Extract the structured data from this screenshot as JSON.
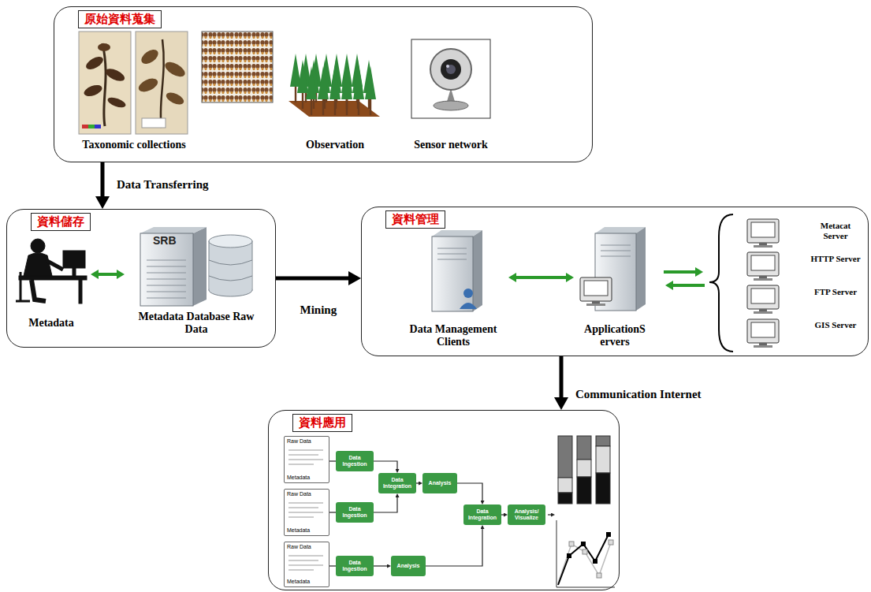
{
  "diagram": {
    "nodes": [
      {
        "text": [
          "原始資料蒐集"
        ]
      },
      {
        "text": [
          "資料儲存"
        ]
      },
      {
        "text": [
          "Metadata"
        ],
        "in": 1
      },
      {
        "text": [
          "SRB",
          "Metadata Database Raw Data"
        ],
        "in": 1
      },
      {
        "text": [
          "資料管理"
        ]
      },
      {
        "text": [
          "Data Management Clients"
        ],
        "in": 4
      },
      {
        "text": [
          "ApplicationS ervers"
        ],
        "in": 4
      },
      {
        "text": [
          "資料應用"
        ]
      },
      {
        "text": [
          "Raw Data",
          "Metadata"
        ],
        "in": 7
      },
      {
        "text": [
          "Data Ingestion"
        ],
        "in": 7
      },
      {
        "text": [
          "Data Integration"
        ],
        "in": 7
      },
      {
        "text": [
          "Analysis"
        ],
        "in": 7
      },
      {
        "text": [
          "Raw Data",
          "Metadata"
        ],
        "in": 7
      },
      {
        "text": [
          "Data Ingestion"
        ],
        "in": 7
      },
      {
        "text": [
          "Data Integration"
        ],
        "in": 7
      },
      {
        "text": [
          "Analysis/ Visualize"
        ],
        "in": 7
      },
      {
        "text": [
          "Raw Data",
          "Metadata"
        ],
        "in": 7
      },
      {
        "text": [
          "Data Ingestion"
        ],
        "in": 7
      },
      {
        "text": [
          "Analysis"
        ],
        "in": 7
      }
    ],
    "edges": [
      {
        "from": 0,
        "to": 1,
        "arrow": "to",
        "label": "Data Transferring"
      },
      {
        "from": 1,
        "to": 4,
        "arrow": "to",
        "label": "Mining"
      },
      {
        "from": 4,
        "to": 7,
        "arrow": "to",
        "label": "Communication Internet"
      },
      {
        "from": 2,
        "to": 3,
        "arrow": "both"
      },
      {
        "from": 5,
        "to": 6,
        "arrow": "both"
      },
      {
        "from": 8,
        "to": 9,
        "arrow": "none"
      },
      {
        "from": 9,
        "to": 10,
        "arrow": "to"
      },
      {
        "from": 12,
        "to": 13,
        "arrow": "none"
      },
      {
        "from": 13,
        "to": 10,
        "arrow": "to"
      },
      {
        "from": 10,
        "to": 11,
        "arrow": "to"
      },
      {
        "from": 11,
        "to": 14,
        "arrow": "to"
      },
      {
        "from": 16,
        "to": 17,
        "arrow": "none"
      },
      {
        "from": 17,
        "to": 18,
        "arrow": "to"
      },
      {
        "from": 18,
        "to": 14,
        "arrow": "to"
      },
      {
        "from": 14,
        "to": 15,
        "arrow": "to"
      }
    ],
    "labels": [
      "Taxonomic collections",
      "Observation",
      "Sensor network",
      "Metacat Server",
      "HTTP Server",
      "FTP Server",
      "GIS Server"
    ]
  }
}
